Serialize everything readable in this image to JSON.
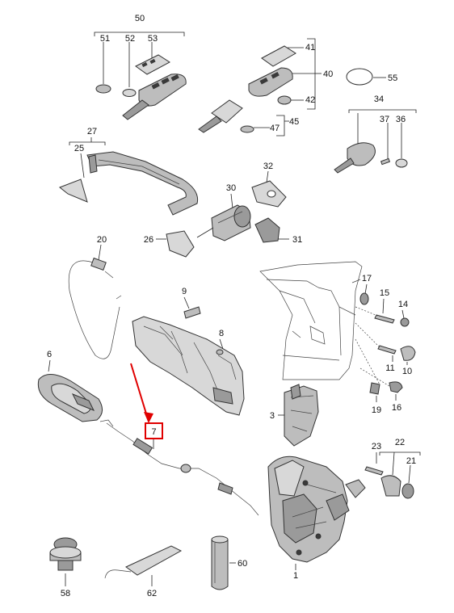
{
  "diagram": {
    "labels": {
      "p1": "1",
      "p3": "3",
      "p6": "6",
      "p7": "7",
      "p8": "8",
      "p9": "9",
      "p10": "10",
      "p11": "11",
      "p14": "14",
      "p15": "15",
      "p16": "16",
      "p17": "17",
      "p19": "19",
      "p20": "20",
      "p21": "21",
      "p22": "22",
      "p23": "23",
      "p25": "25",
      "p26": "26",
      "p27": "27",
      "p30": "30",
      "p31": "31",
      "p32": "32",
      "p34": "34",
      "p36": "36",
      "p37": "37",
      "p40": "40",
      "p41": "41",
      "p42": "42",
      "p45": "45",
      "p47": "47",
      "p50": "50",
      "p51": "51",
      "p52": "52",
      "p53": "53",
      "p55": "55",
      "p58": "58",
      "p60": "60",
      "p62": "62"
    },
    "highlight": {
      "part": "7",
      "color": "#e00000"
    }
  }
}
